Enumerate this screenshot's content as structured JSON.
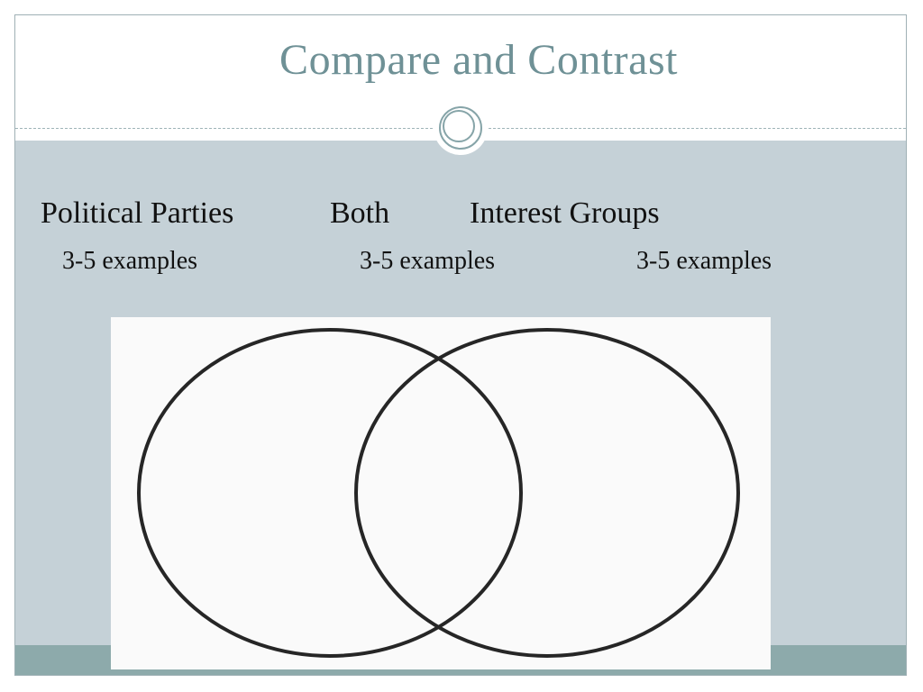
{
  "slide": {
    "title": "Compare and Contrast",
    "headings": {
      "left": "Political Parties",
      "middle": "Both",
      "right": "Interest Groups"
    },
    "subheadings": {
      "left": "3-5 examples",
      "middle": "3-5 examples",
      "right": "3-5 examples"
    }
  },
  "colors": {
    "title": "#6f9196",
    "body_background": "#c5d1d7",
    "footer_bar": "#8daaab",
    "ring": "#86a4a8"
  },
  "icons": {
    "title_divider": "double-ring-icon",
    "diagram": "venn-diagram-two-circles"
  }
}
